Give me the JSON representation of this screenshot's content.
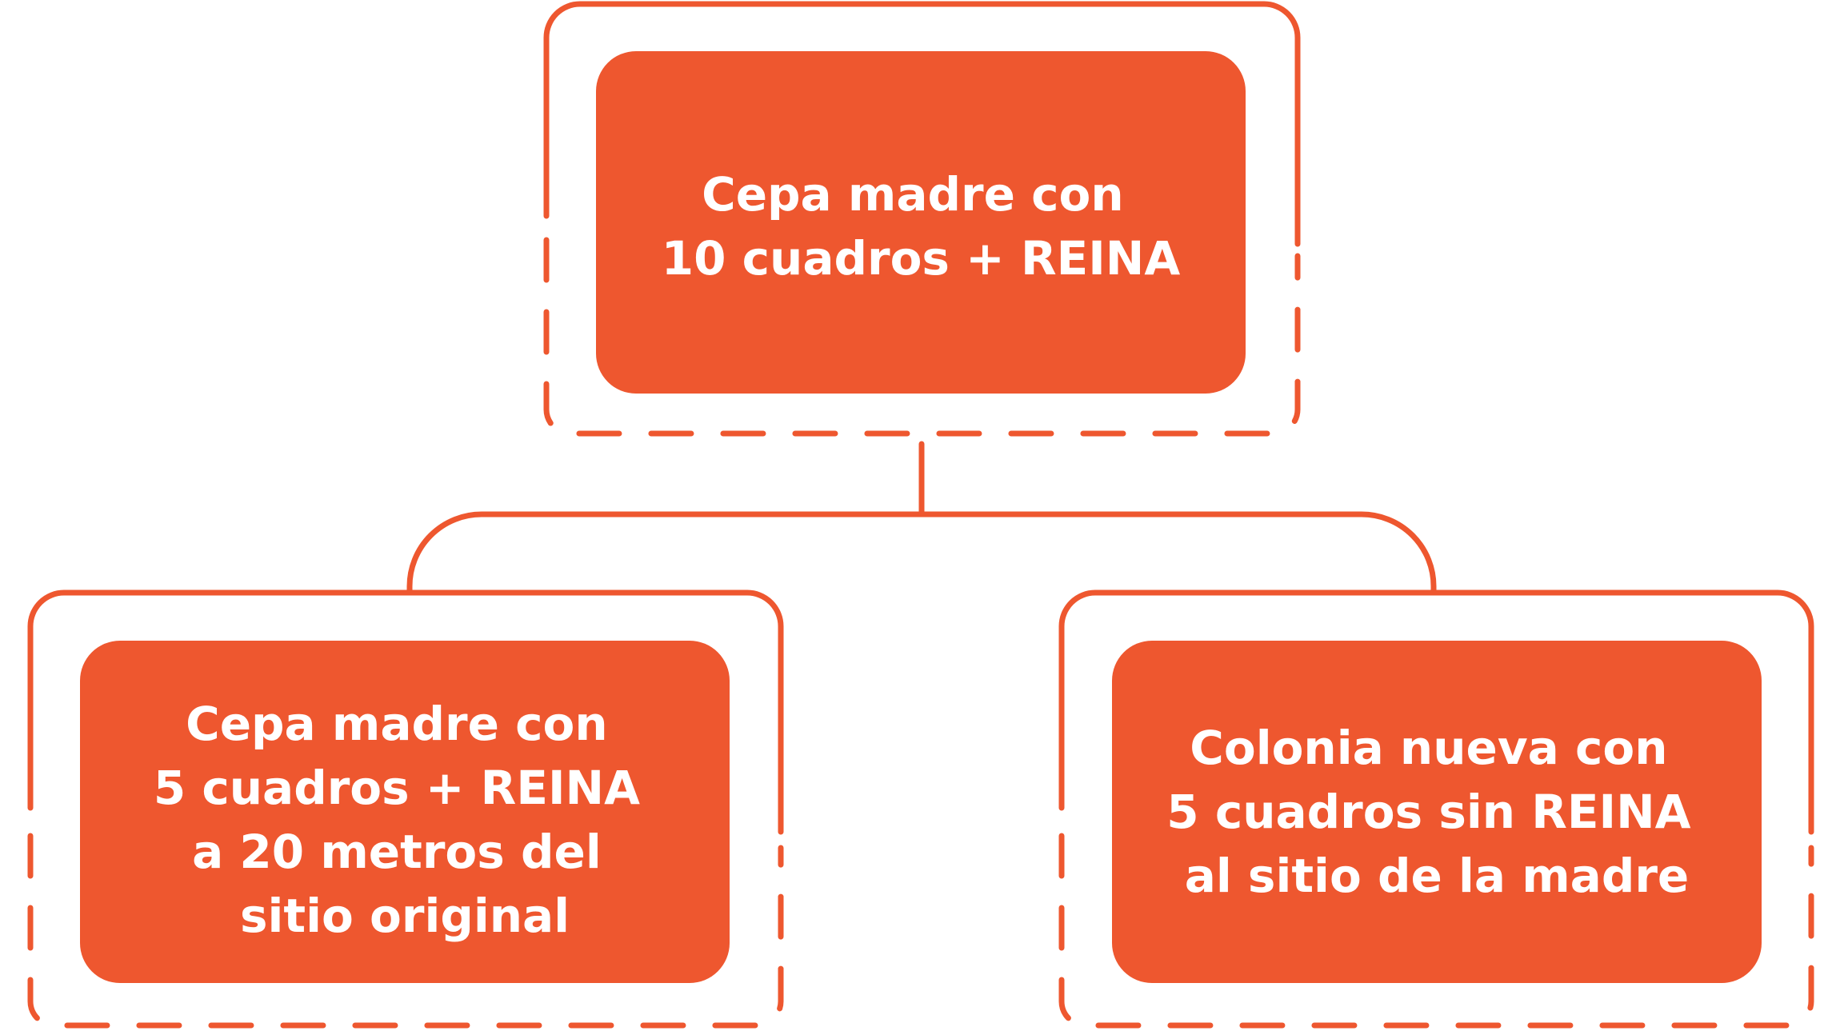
{
  "colors": {
    "accent": "#ee572f",
    "text": "#ffffff",
    "background": "#ffffff"
  },
  "nodes": {
    "root": {
      "lines": [
        "Cepa madre con",
        "10 cuadros + REINA"
      ]
    },
    "left": {
      "lines": [
        "Cepa madre con",
        "5 cuadros + REINA",
        "a 20 metros del",
        "sitio original"
      ]
    },
    "right": {
      "lines": [
        "Colonia nueva con",
        "5 cuadros sin REINA",
        "al sitio de la madre"
      ]
    }
  }
}
